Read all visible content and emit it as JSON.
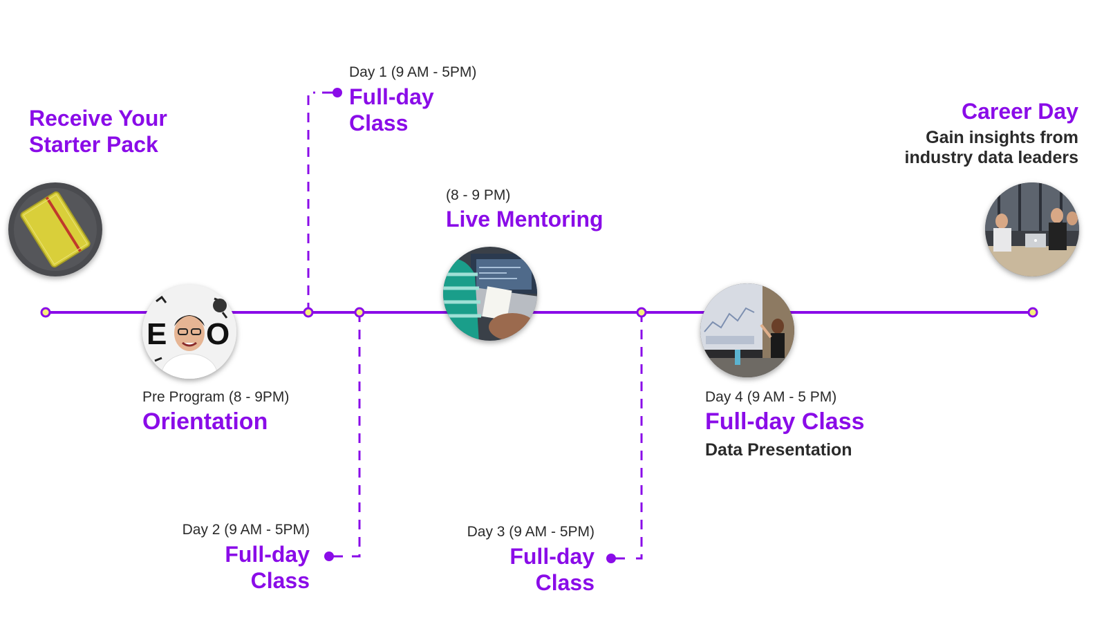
{
  "colors": {
    "accent": "#8a0ce8",
    "dot": "#f5f07a",
    "text": "#2a2a2a"
  },
  "starter": {
    "title_line1": "Receive Your",
    "title_line2": "Starter Pack"
  },
  "orientation": {
    "time": "Pre Program (8 - 9PM)",
    "title": "Orientation"
  },
  "day1": {
    "time": "Day 1 (9 AM - 5PM)",
    "title_line1": "Full-day",
    "title_line2": "Class"
  },
  "day2": {
    "time": "Day 2 (9 AM - 5PM)",
    "title_line1": "Full-day",
    "title_line2": "Class"
  },
  "mentoring": {
    "time": "(8 - 9 PM)",
    "title": "Live Mentoring"
  },
  "day3": {
    "time": "Day 3 (9 AM - 5PM)",
    "title_line1": "Full-day",
    "title_line2": "Class"
  },
  "day4": {
    "time": "Day 4 (9 AM - 5 PM)",
    "title": "Full-day Class",
    "subtitle": "Data Presentation"
  },
  "career": {
    "title": "Career Day",
    "subtitle_line1": "Gain insights from",
    "subtitle_line2": "industry data leaders"
  },
  "photos": [
    "notebook",
    "orientation-speaker",
    "laptop-mentoring",
    "presentation-screen",
    "meeting-team"
  ]
}
